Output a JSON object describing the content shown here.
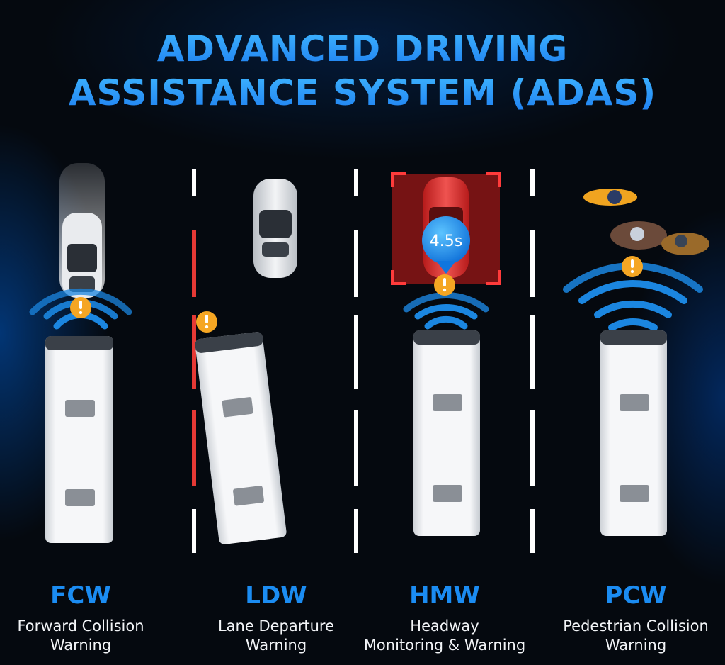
{
  "title": {
    "line1": "ADVANCED DRIVING",
    "line2": "ASSISTANCE SYSTEM (ADAS)"
  },
  "colors": {
    "accent_blue": "#1b8cf2",
    "warning_orange": "#f5a623",
    "lane_red": "#e53935",
    "danger_red": "#c62828"
  },
  "hmw": {
    "headway_time": "4.5s"
  },
  "features": [
    {
      "abbr": "FCW",
      "desc1": "Forward Collision",
      "desc2": "Warning"
    },
    {
      "abbr": "LDW",
      "desc1": "Lane Departure",
      "desc2": "Warning"
    },
    {
      "abbr": "HMW",
      "desc1": "Headway",
      "desc2": "Monitoring & Warning"
    },
    {
      "abbr": "PCW",
      "desc1": "Pedestrian Collision",
      "desc2": "Warning"
    }
  ]
}
